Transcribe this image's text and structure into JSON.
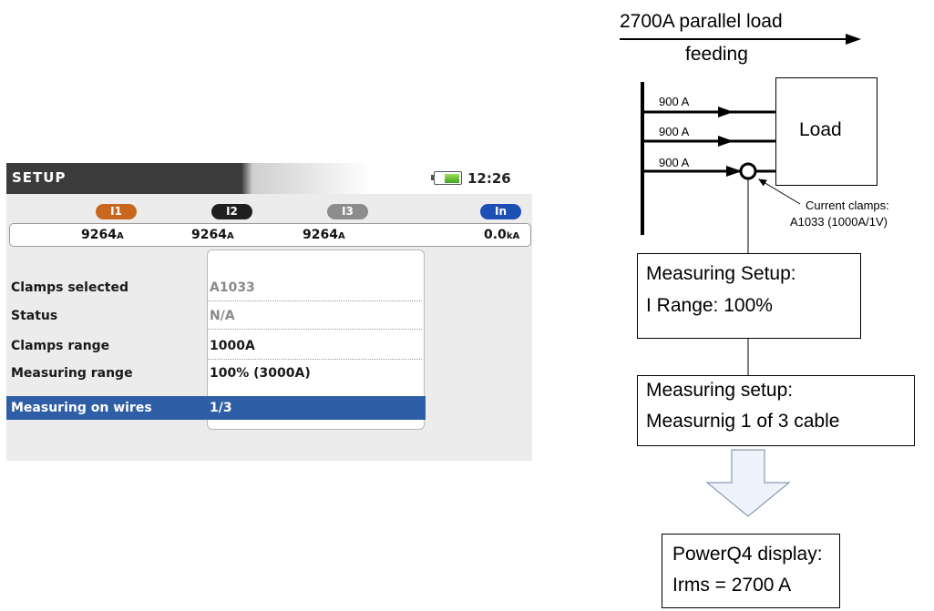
{
  "device": {
    "title": "SETUP",
    "clock": "12:26",
    "channels": [
      {
        "label": "I1",
        "color": "#c8671d"
      },
      {
        "label": "I2",
        "color": "#1f1f1f"
      },
      {
        "label": "I3",
        "color": "#8c8c8c"
      },
      {
        "label": "In",
        "color": "#1e4fb5"
      }
    ],
    "values": [
      {
        "num": "9264",
        "unit": "A"
      },
      {
        "num": "9264",
        "unit": "A"
      },
      {
        "num": "9264",
        "unit": "A"
      },
      {
        "num": "0.0",
        "unit": "kA"
      }
    ],
    "settings": [
      {
        "label": "Clamps selected",
        "value": "A1033",
        "value_muted": true
      },
      {
        "label": "Status",
        "value": "N/A",
        "value_muted": true
      },
      {
        "label": "Clamps range",
        "value": "1000A",
        "value_muted": false
      },
      {
        "label": "Measuring range",
        "value": "100% (3000A)",
        "value_muted": false
      },
      {
        "label": "Measuring on wires",
        "value": "1/3",
        "value_muted": false,
        "selected": true
      }
    ],
    "selection_color": "#2e5fa6"
  },
  "diagram": {
    "feed_label_line1": "2700A parallel load",
    "feed_label_line2": "feeding",
    "wire_currents": [
      "900 A",
      "900 A",
      "900 A"
    ],
    "load_label": "Load",
    "clamp_note_line1": "Current clamps:",
    "clamp_note_line2": "A1033 (1000A/1V)",
    "setup_box_line1": "Measuring Setup:",
    "setup_box_line2": "I Range: 100%",
    "setup2_box_line1": "Measuring setup:",
    "setup2_box_line2": "Measurnig 1 of 3 cable",
    "result_box_line1": "PowerQ4 display:",
    "result_box_line2": "Irms = 2700 A"
  }
}
